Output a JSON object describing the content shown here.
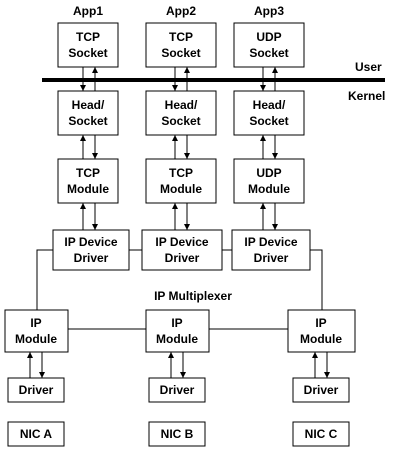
{
  "columns": {
    "app1": {
      "app_label": "App1",
      "socket": [
        "TCP",
        "Socket"
      ],
      "head": [
        "Head/",
        "Socket"
      ],
      "module": [
        "TCP",
        "Module"
      ],
      "ip_driver": [
        "IP Device",
        "Driver"
      ]
    },
    "app2": {
      "app_label": "App2",
      "socket": [
        "TCP",
        "Socket"
      ],
      "head": [
        "Head/",
        "Socket"
      ],
      "module": [
        "TCP",
        "Module"
      ],
      "ip_driver": [
        "IP Device",
        "Driver"
      ]
    },
    "app3": {
      "app_label": "App3",
      "socket": [
        "UDP",
        "Socket"
      ],
      "head": [
        "Head/",
        "Socket"
      ],
      "module": [
        "UDP",
        "Module"
      ],
      "ip_driver": [
        "IP Device",
        "Driver"
      ]
    }
  },
  "boundary": {
    "user_label": "User",
    "kernel_label": "Kernel"
  },
  "multiplexer_label": "IP Multiplexer",
  "nics": {
    "a": {
      "ip_module": [
        "IP",
        "Module"
      ],
      "driver": "Driver",
      "nic": "NIC A"
    },
    "b": {
      "ip_module": [
        "IP",
        "Module"
      ],
      "driver": "Driver",
      "nic": "NIC B"
    },
    "c": {
      "ip_module": [
        "IP",
        "Module"
      ],
      "driver": "Driver",
      "nic": "NIC C"
    }
  }
}
